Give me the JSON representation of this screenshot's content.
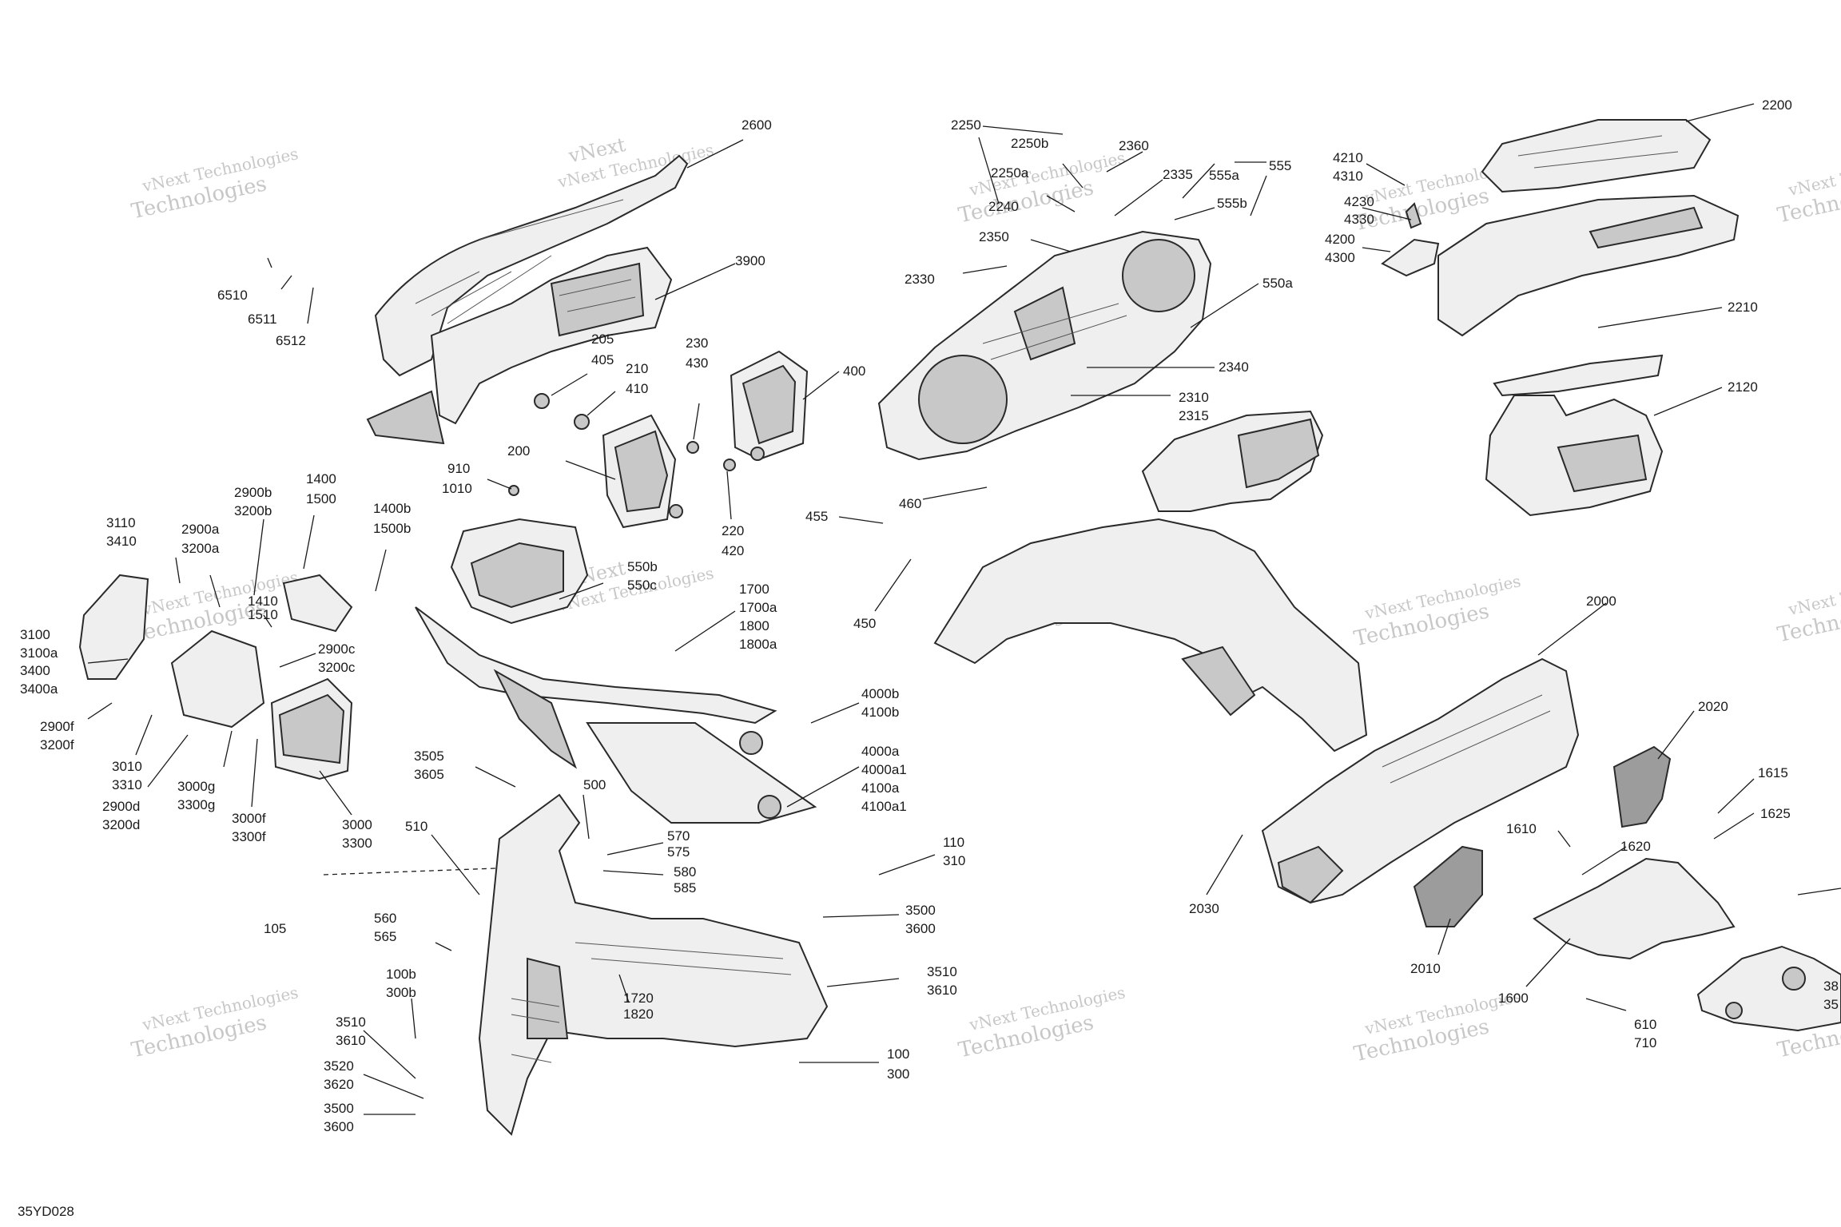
{
  "diagram": {
    "code": "35YD028",
    "watermark_line1": "vNext Technologies",
    "watermark_line2": "Technologies",
    "watermark_brand": "vNext",
    "labels": [
      [
        "2600"
      ],
      [
        "3900"
      ],
      [
        "6510"
      ],
      [
        "6511"
      ],
      [
        "6512"
      ],
      [
        "205",
        "405"
      ],
      [
        "210",
        "410"
      ],
      [
        "230",
        "430"
      ],
      [
        "400"
      ],
      [
        "200"
      ],
      [
        "910",
        "1010"
      ],
      [
        "220",
        "420"
      ],
      [
        "1400",
        "1500"
      ],
      [
        "1400b",
        "1500b"
      ],
      [
        "2900b",
        "3200b"
      ],
      [
        "2900a",
        "3200a"
      ],
      [
        "3110",
        "3410"
      ],
      [
        "1410",
        "1510"
      ],
      [
        "3100",
        "3100a",
        "3400",
        "3400a"
      ],
      [
        "2900c",
        "3200c"
      ],
      [
        "2900f",
        "3200f"
      ],
      [
        "3010",
        "3310"
      ],
      [
        "2900d",
        "3200d"
      ],
      [
        "3000g",
        "3300g"
      ],
      [
        "3000f",
        "3300f"
      ],
      [
        "3000",
        "3300"
      ],
      [
        "550b",
        "550c"
      ],
      [
        "1700",
        "1700a",
        "1800",
        "1800a"
      ],
      [
        "4000b",
        "4100b"
      ],
      [
        "4000a",
        "4000a1",
        "4100a",
        "4100a1"
      ],
      [
        "3505",
        "3605"
      ],
      [
        "500"
      ],
      [
        "510"
      ],
      [
        "570",
        "575"
      ],
      [
        "580",
        "585"
      ],
      [
        "110",
        "310"
      ],
      [
        "105"
      ],
      [
        "560",
        "565"
      ],
      [
        "3500",
        "3600"
      ],
      [
        "3510",
        "3610"
      ],
      [
        "100b",
        "300b"
      ],
      [
        "1720",
        "1820"
      ],
      [
        "3510",
        "3610"
      ],
      [
        "3520",
        "3620"
      ],
      [
        "3500",
        "3600"
      ],
      [
        "100",
        "300"
      ],
      [
        "2250"
      ],
      [
        "2250b"
      ],
      [
        "2250a"
      ],
      [
        "2240"
      ],
      [
        "2360"
      ],
      [
        "2335"
      ],
      [
        "555a"
      ],
      [
        "555"
      ],
      [
        "555b"
      ],
      [
        "2350"
      ],
      [
        "2330"
      ],
      [
        "550a"
      ],
      [
        "2340"
      ],
      [
        "2310",
        "2315"
      ],
      [
        "455"
      ],
      [
        "460"
      ],
      [
        "450"
      ],
      [
        "4210",
        "4310"
      ],
      [
        "4230",
        "4330"
      ],
      [
        "4200",
        "4300"
      ],
      [
        "2200"
      ],
      [
        "2210"
      ],
      [
        "2120"
      ],
      [
        "2000"
      ],
      [
        "2020"
      ],
      [
        "1615"
      ],
      [
        "1625"
      ],
      [
        "1610"
      ],
      [
        "1620"
      ],
      [
        "2030"
      ],
      [
        "2010"
      ],
      [
        "1600"
      ],
      [
        "610",
        "710"
      ],
      [
        "38",
        "35"
      ]
    ]
  }
}
